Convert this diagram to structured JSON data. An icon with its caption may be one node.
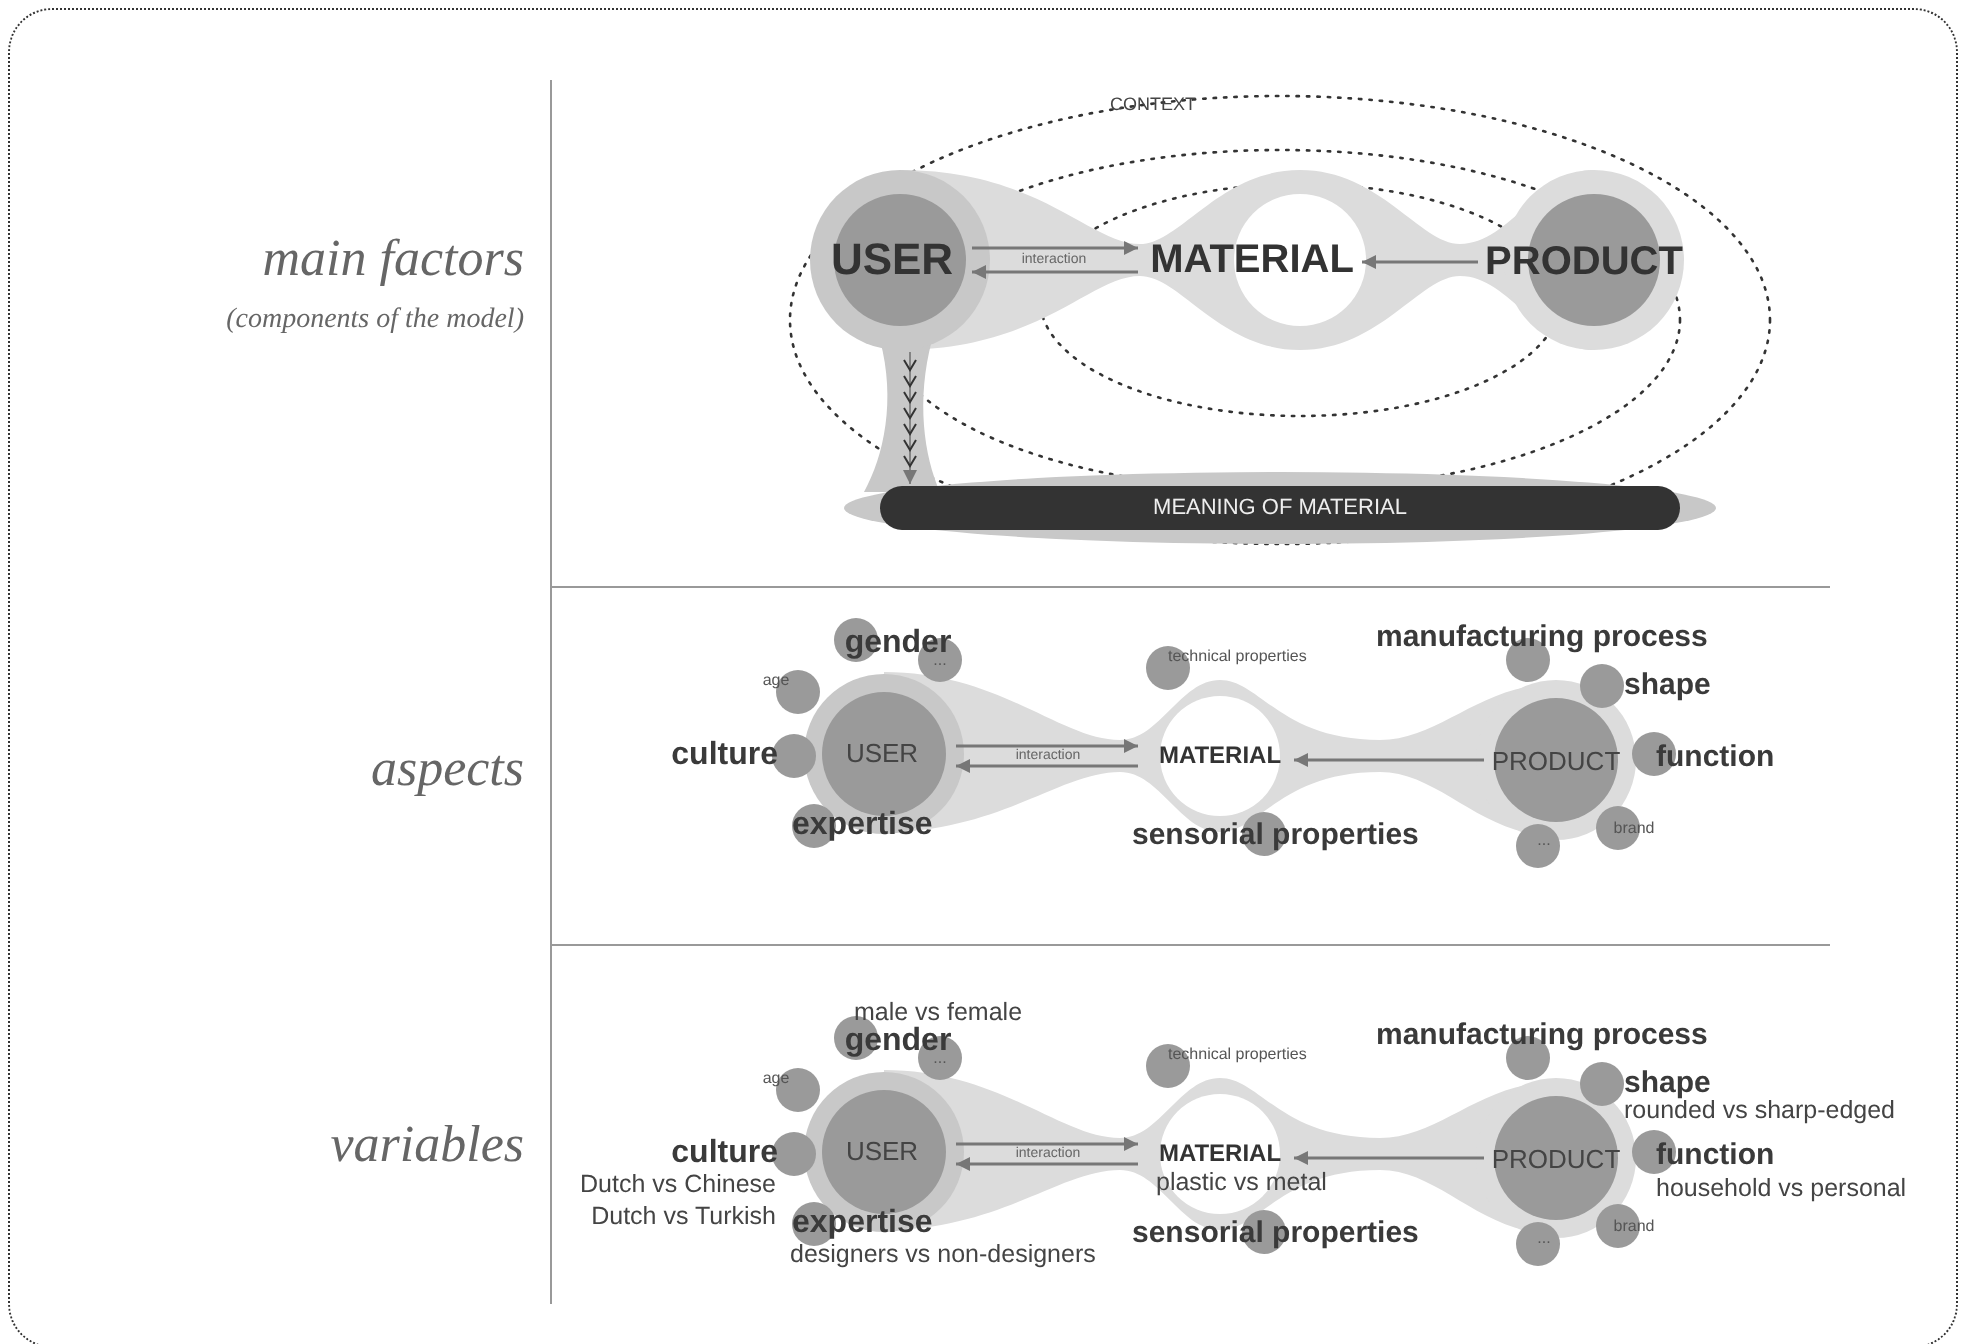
{
  "diagram": {
    "nodes": [
      {
        "text": [
          "USER"
        ]
      },
      {
        "text": [
          "MATERIAL"
        ]
      },
      {
        "text": [
          "PRODUCT"
        ]
      },
      {
        "text": [
          "MEANING OF MATERIAL"
        ]
      },
      {
        "text": [
          "USER"
        ]
      },
      {
        "text": [
          "age"
        ]
      },
      {
        "text": [
          "gender"
        ]
      },
      {
        "text": [
          "..."
        ]
      },
      {
        "text": [
          "culture"
        ]
      },
      {
        "text": [
          "expertise"
        ]
      },
      {
        "text": [
          "MATERIAL"
        ]
      },
      {
        "text": [
          "technical properties"
        ]
      },
      {
        "text": [
          "sensorial properties"
        ]
      },
      {
        "text": [
          "PRODUCT"
        ]
      },
      {
        "text": [
          "manufacturing process"
        ]
      },
      {
        "text": [
          "shape"
        ]
      },
      {
        "text": [
          "function"
        ]
      },
      {
        "text": [
          "brand"
        ]
      },
      {
        "text": [
          "..."
        ]
      },
      {
        "text": [
          "USER"
        ]
      },
      {
        "text": [
          "age"
        ]
      },
      {
        "text": [
          "gender"
        ],
        "beside": [
          "male vs female"
        ]
      },
      {
        "text": [
          "..."
        ]
      },
      {
        "text": [
          "culture"
        ],
        "beside": [
          "Dutch vs Chinese",
          "Dutch vs Turkish"
        ]
      },
      {
        "text": [
          "expertise"
        ],
        "beside": [
          "designers vs non-designers"
        ]
      },
      {
        "text": [
          "MATERIAL"
        ],
        "beside": [
          "plastic vs metal"
        ]
      },
      {
        "text": [
          "technical properties"
        ]
      },
      {
        "text": [
          "sensorial properties"
        ]
      },
      {
        "text": [
          "PRODUCT"
        ]
      },
      {
        "text": [
          "manufacturing process"
        ]
      },
      {
        "text": [
          "shape"
        ],
        "beside": [
          "rounded vs sharp-edged"
        ]
      },
      {
        "text": [
          "function"
        ],
        "beside": [
          "household vs personal"
        ]
      },
      {
        "text": [
          "brand"
        ]
      },
      {
        "text": [
          "..."
        ]
      }
    ],
    "edges": [
      {
        "from": 0,
        "to": 1,
        "arrow": "to",
        "label": "interaction"
      },
      {
        "from": 1,
        "to": 0,
        "arrow": "to"
      },
      {
        "from": 2,
        "to": 1,
        "arrow": "to"
      },
      {
        "from": 0,
        "to": 3,
        "arrow": "to"
      },
      {
        "from": 4,
        "to": 10,
        "arrow": "to",
        "label": "interaction"
      },
      {
        "from": 10,
        "to": 4,
        "arrow": "to"
      },
      {
        "from": 13,
        "to": 10,
        "arrow": "to"
      },
      {
        "from": 19,
        "to": 25,
        "arrow": "to",
        "label": "interaction"
      },
      {
        "from": 25,
        "to": 19,
        "arrow": "to"
      },
      {
        "from": 28,
        "to": 25,
        "arrow": "to"
      }
    ],
    "labels": [
      "CONTEXT",
      "main factors",
      "(components of the model)",
      "aspects",
      "variables"
    ]
  }
}
